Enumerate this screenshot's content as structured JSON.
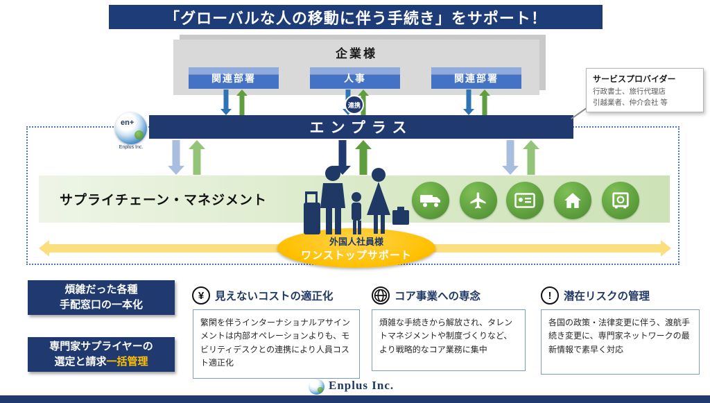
{
  "title": "「グローバルな人の移動に伴う手続き」をサポート！",
  "company": {
    "label": "企業様",
    "departments": [
      "関連部署",
      "人事",
      "関連部署"
    ]
  },
  "renkei_badge": "連携",
  "enplus_label": "エンプラス",
  "logo": {
    "mark": "en+",
    "company": "Enplus Inc."
  },
  "service_provider": {
    "title": "サービスプロバイダー",
    "lines": [
      "行政書士、旅行代理店",
      "引越業者、仲介会社 等"
    ]
  },
  "supply_chain": {
    "label": "サプライチェーン・マネジメント",
    "icons": [
      "truck-icon",
      "airplane-icon",
      "id-card-icon",
      "house-icon",
      "safe-icon"
    ],
    "center_figure": "外国人社員様の家族シルエット"
  },
  "onestop": {
    "line1": "外国人社員様",
    "line2": "ワンストップサポート"
  },
  "left_boxes": {
    "box1": {
      "line1": "煩雑だった各種",
      "line2": "手配窓口の一本化"
    },
    "box2": {
      "line1": "専門家サプライヤーの",
      "line2_pre": "選定と請求",
      "line2_highlight": "一括管理"
    }
  },
  "benefits": [
    {
      "icon": "yen-icon",
      "glyph": "¥",
      "title": "見えないコストの適正化",
      "body": "繁閑を伴うインターナショナルアサインメントは内部オペレーションよりも、モビリティデスクとの連携により人員コスト適正化"
    },
    {
      "icon": "globe-icon",
      "glyph": "",
      "title": "コア事業への専念",
      "body": "煩雑な手続きから解放され、タレントマネジメントや制度づくりなど、より戦略的なコア業務に集中"
    },
    {
      "icon": "exclamation-icon",
      "glyph": "！",
      "title": "潜在リスクの管理",
      "body": "各国の政策・法律変更に伴う、渡航手続き変更に、専門家ネットワークの最新情報で素早く対応"
    }
  ],
  "footer": {
    "company": "Enplus Inc."
  },
  "colors": {
    "navy": "#203A6F",
    "blue": "#4472C4",
    "green": "#5E9E3E",
    "yellow": "#FFC000",
    "band_green": "#DCEBCB"
  }
}
